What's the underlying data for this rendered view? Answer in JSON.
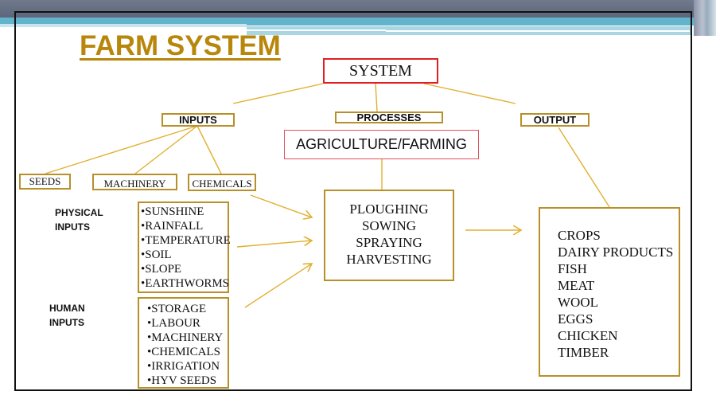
{
  "slide": {
    "title": "FARM SYSTEM",
    "colors": {
      "title": "#b8860b",
      "box_border_gold": "#b8902a",
      "box_border_red": "#e02020",
      "connector": "#e0b030",
      "header_dark": "#5a6378",
      "header_blue": "#62b3cc"
    }
  },
  "diagram": {
    "root": {
      "label": "SYSTEM"
    },
    "branches": {
      "inputs": {
        "label": "INPUTS"
      },
      "processes": {
        "label": "PROCESSES",
        "sub_label": "AGRICULTURE/FARMING"
      },
      "output": {
        "label": "OUTPUT"
      }
    },
    "input_categories": [
      {
        "label": "SEEDS"
      },
      {
        "label": "MACHINERY"
      },
      {
        "label": "CHEMICALS"
      }
    ],
    "physical_inputs": {
      "label_line1": "PHYSICAL",
      "label_line2": "INPUTS",
      "items": [
        "•SUNSHINE",
        "•RAINFALL",
        "•TEMPERATURE",
        "•SOIL",
        "•SLOPE",
        "•EARTHWORMS"
      ]
    },
    "human_inputs": {
      "label_line1": "HUMAN",
      "label_line2": "INPUTS",
      "items": [
        "•STORAGE",
        "•LABOUR",
        "•MACHINERY",
        "•CHEMICALS",
        "•IRRIGATION",
        "•HYV SEEDS"
      ]
    },
    "process_steps": [
      "PLOUGHING",
      "SOWING",
      "SPRAYING",
      "HARVESTING"
    ],
    "outputs": [
      "CROPS",
      "DAIRY PRODUCTS",
      "FISH",
      "MEAT",
      "WOOL",
      "EGGS",
      "CHICKEN",
      "TIMBER"
    ]
  }
}
